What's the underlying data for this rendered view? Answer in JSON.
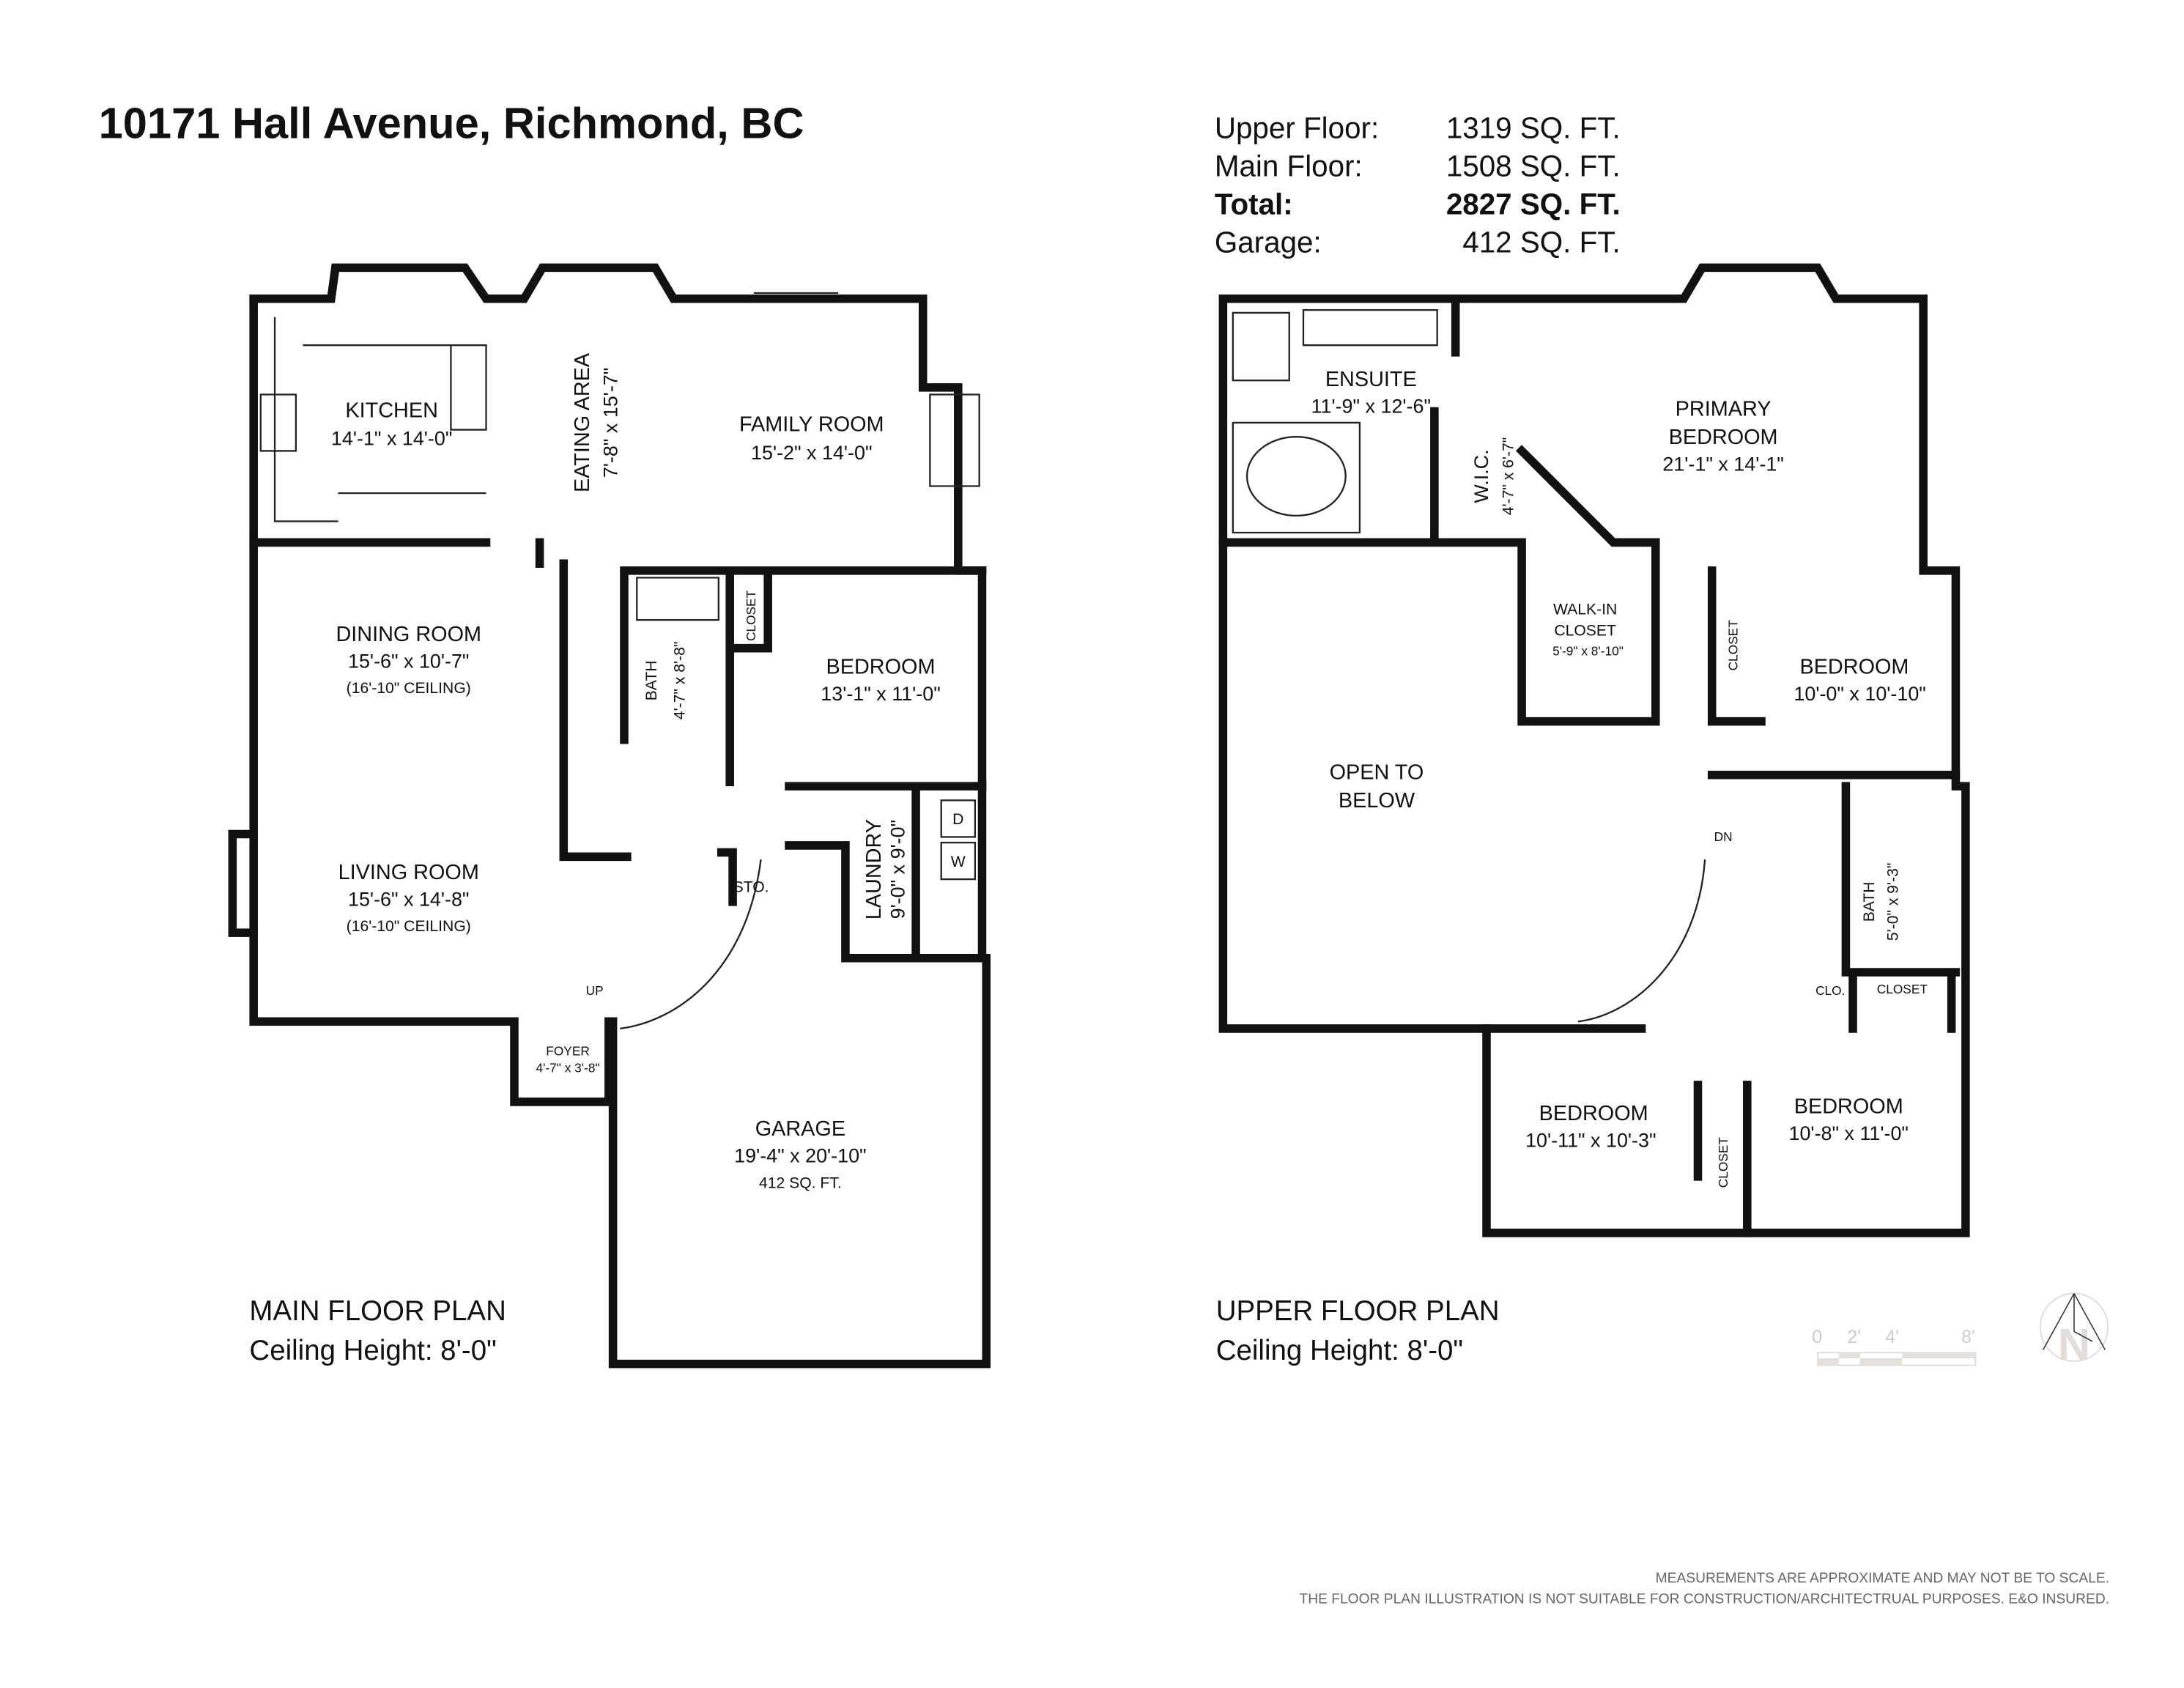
{
  "title": "10171 Hall Avenue, Richmond, BC",
  "areas": [
    {
      "label": "Upper Floor:",
      "value": "1319 SQ. FT.",
      "bold": false
    },
    {
      "label": "Main Floor:",
      "value": "1508 SQ. FT.",
      "bold": false
    },
    {
      "label": "Total:",
      "value": "2827 SQ. FT.",
      "bold": true
    },
    {
      "label": "Garage:",
      "value": "412 SQ. FT.",
      "bold": false
    }
  ],
  "main_floor": {
    "heading": "MAIN FLOOR PLAN",
    "ceiling": "Ceiling Height: 8'-0\"",
    "rooms": {
      "kitchen": {
        "name": "KITCHEN",
        "dim": "14'-1\" x 14'-0\""
      },
      "eating": {
        "name": "EATING AREA",
        "dim": "7'-8\" x 15'-7\""
      },
      "family": {
        "name": "FAMILY ROOM",
        "dim": "15'-2\" x 14'-0\""
      },
      "dining": {
        "name": "DINING ROOM",
        "dim": "15'-6\" x 10'-7\"",
        "note": "(16'-10\" CEILING)"
      },
      "living": {
        "name": "LIVING ROOM",
        "dim": "15'-6\" x 14'-8\"",
        "note": "(16'-10\" CEILING)"
      },
      "bath": {
        "name": "BATH",
        "dim": "4'-7\" x 8'-8\""
      },
      "closet": {
        "name": "CLOSET"
      },
      "bedroom": {
        "name": "BEDROOM",
        "dim": "13'-1\" x 11'-0\""
      },
      "laundry": {
        "name": "LAUNDRY",
        "dim": "9'-0\" x 9'-0\""
      },
      "sto": {
        "name": "STO."
      },
      "up": {
        "name": "UP"
      },
      "foyer": {
        "name": "FOYER",
        "dim": "4'-7\" x 3'-8\""
      },
      "garage": {
        "name": "GARAGE",
        "dim": "19'-4\" x 20'-10\"",
        "area": "412 SQ. FT."
      },
      "washer": "W",
      "dryer": "D"
    }
  },
  "upper_floor": {
    "heading": "UPPER FLOOR PLAN",
    "ceiling": "Ceiling Height: 8'-0\"",
    "rooms": {
      "ensuite": {
        "name": "ENSUITE",
        "dim": "11'-9\" x 12'-6\""
      },
      "primary": {
        "name1": "PRIMARY",
        "name2": "BEDROOM",
        "dim": "21'-1\" x 14'-1\""
      },
      "wic": {
        "name": "W.I.C.",
        "dim": "4'-7\" x 6'-7\""
      },
      "walkin": {
        "name1": "WALK-IN",
        "name2": "CLOSET",
        "dim": "5'-9\" x 8'-10\""
      },
      "bedroom2": {
        "name": "BEDROOM",
        "dim": "10'-0\" x 10'-10\"",
        "closet": "CLOSET"
      },
      "open": {
        "name1": "OPEN TO",
        "name2": "BELOW"
      },
      "dn": {
        "name": "DN"
      },
      "bath": {
        "name": "BATH",
        "dim": "5'-0\" x 9'-3\""
      },
      "clo": {
        "name": "CLO."
      },
      "closet_r": {
        "name": "CLOSET"
      },
      "bedroom3": {
        "name": "BEDROOM",
        "dim": "10'-11\" x 10'-3\"",
        "closet": "CLOSET"
      },
      "bedroom4": {
        "name": "BEDROOM",
        "dim": "10'-8\" x 11'-0\""
      }
    }
  },
  "scale": {
    "ticks": [
      "0",
      "2'",
      "4'",
      "8'"
    ]
  },
  "compass": {
    "letter": "N"
  },
  "disclaimer": {
    "line1": "MEASUREMENTS ARE APPROXIMATE AND MAY NOT BE TO SCALE.",
    "line2": "THE FLOOR PLAN ILLUSTRATION IS NOT SUITABLE FOR CONSTRUCTION/ARCHITECTRUAL PURPOSES. E&O INSURED."
  }
}
